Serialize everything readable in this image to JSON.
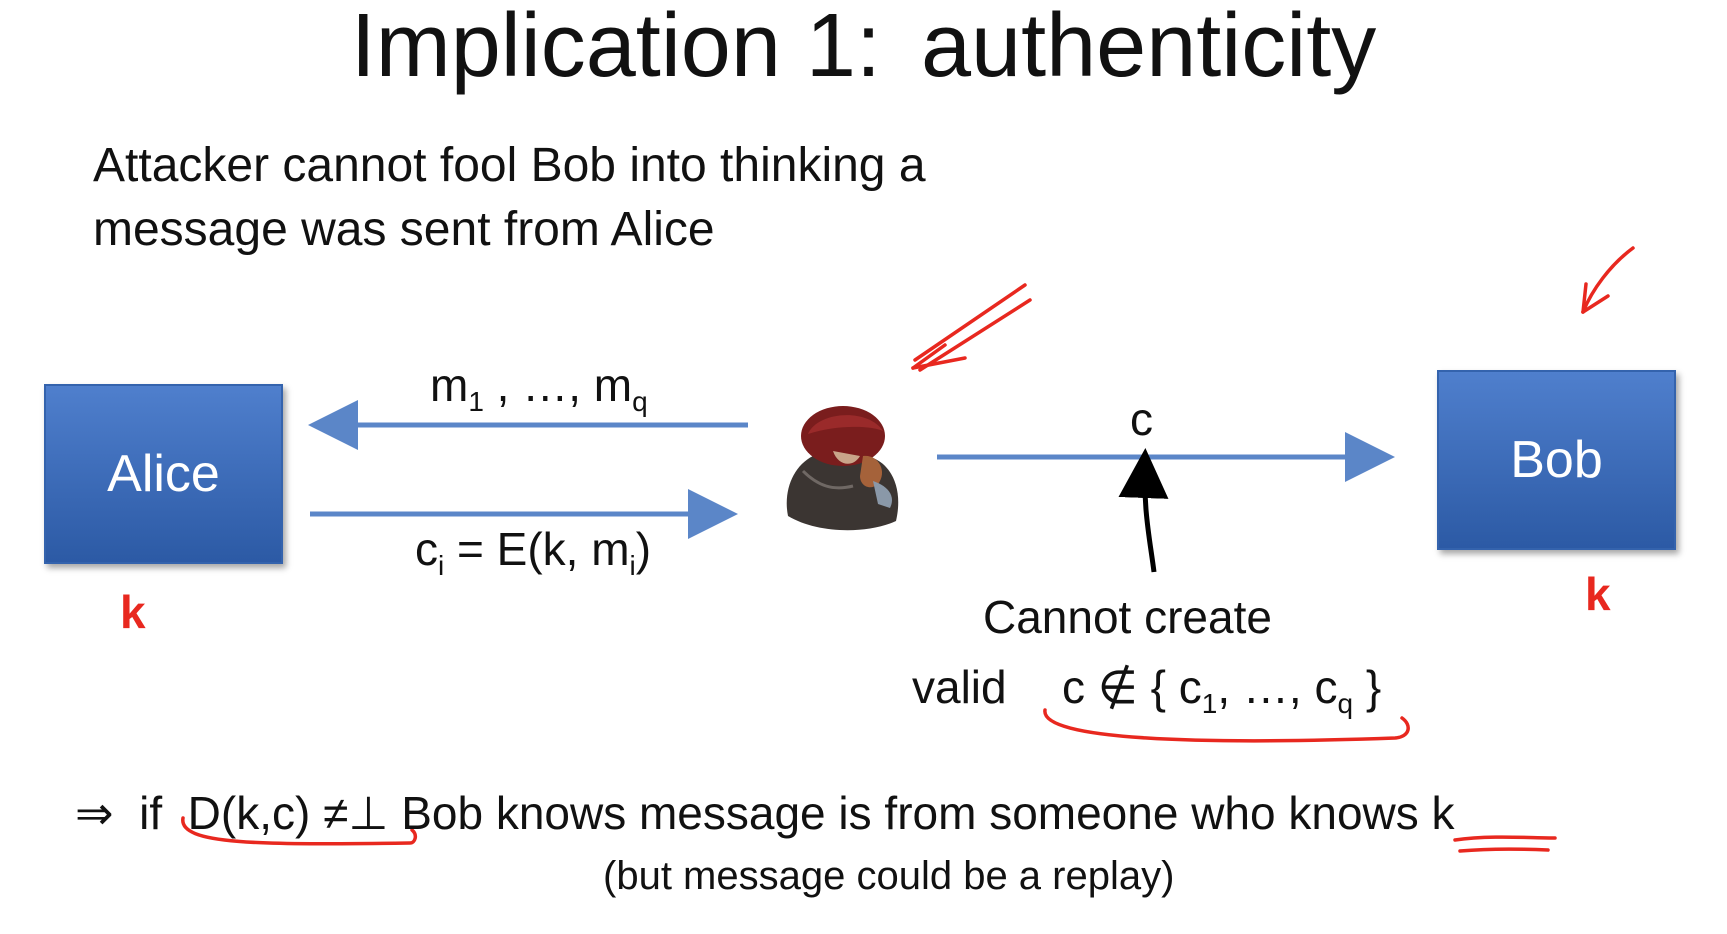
{
  "slide": {
    "title_part1": "Implication 1:",
    "title_part2": "authenticity",
    "intro_line1": "Attacker cannot fool Bob into thinking a",
    "intro_line2": "message was sent from Alice",
    "alice_label": "Alice",
    "bob_label": "Bob",
    "alice_key": "k",
    "bob_key": "k",
    "msgs_m": "m",
    "msgs_sub1": "1",
    "msgs_mid": " , …,  m",
    "msgs_subq": "q",
    "cipher_c": "c",
    "cipher_sub_i": "i",
    "cipher_mid": " = E(k, m",
    "cipher_sub_i2": "i",
    "cipher_end": ")",
    "forged_c": "c",
    "cannot_create": "Cannot create",
    "valid_word": "valid",
    "set_expr_a": "c ∉ { c",
    "set_sub1": "1",
    "set_expr_b": ", …, c",
    "set_subq": "q",
    "set_expr_c": " }",
    "implies_symbol": "⇒",
    "implies_if": "if",
    "implies_cond": "D(k,c) ≠⊥",
    "implies_rest": "Bob knows message is from someone who knows k",
    "note": "(but message could be a replay)"
  },
  "colors": {
    "box_fill": "#3a6bbd",
    "arrow": "#5b86c8",
    "key_red": "#e8281f",
    "annotation_red": "#e8281f"
  },
  "icons": {
    "attacker": "hooded-attacker-icon"
  }
}
